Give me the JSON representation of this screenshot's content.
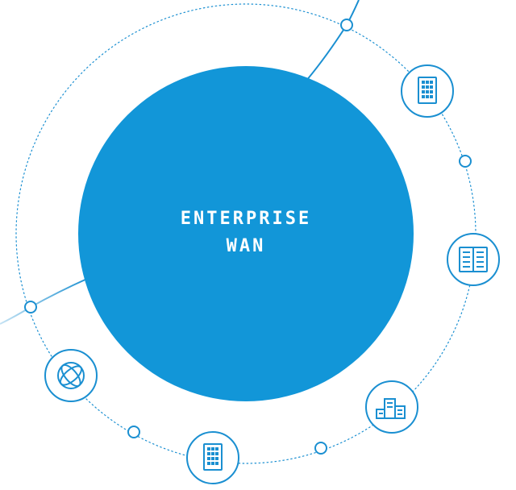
{
  "diagram": {
    "center": {
      "line1": "ENTERPRISE",
      "line2": "WAN"
    },
    "colors": {
      "hub_fill": "#1296d8",
      "accent": "#1a8fd1",
      "background": "#ffffff"
    },
    "nodes": [
      {
        "name": "building-node",
        "icon": "office-building-icon"
      },
      {
        "name": "datacenter-node",
        "icon": "server-rack-icon"
      },
      {
        "name": "branch-node",
        "icon": "branch-office-icon"
      },
      {
        "name": "office-node",
        "icon": "office-building-icon"
      },
      {
        "name": "internet-node",
        "icon": "globe-icon"
      }
    ]
  }
}
